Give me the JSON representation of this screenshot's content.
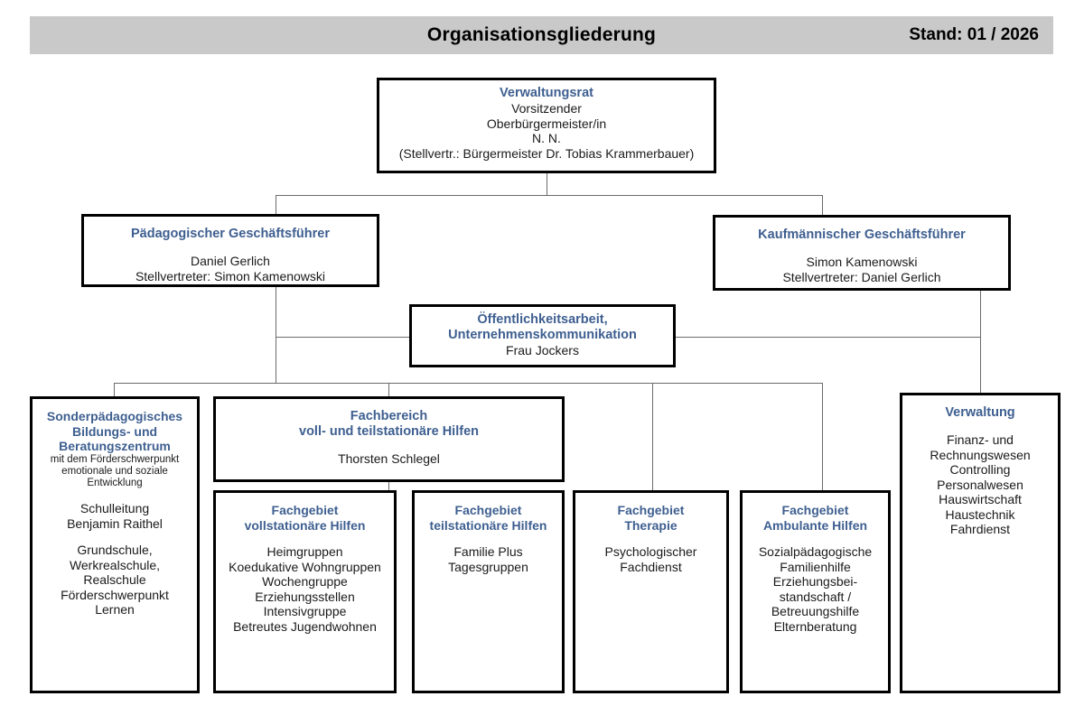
{
  "header": {
    "title": "Organisationsgliederung",
    "stand": "Stand: 01 / 2026"
  },
  "colors": {
    "header_text": "#3e5f90",
    "body_text": "#1a1a1a",
    "titlebar_bg": "#c9c9c9",
    "box_border": "#000000",
    "connector": "#6b6b6b"
  },
  "nodes": {
    "verwaltungsrat": {
      "title": "Verwaltungsrat",
      "line1": "Vorsitzender",
      "line2": "Oberbürgermeister/in",
      "line3": "N. N.",
      "line4": "(Stellvertr.: Bürgermeister Dr. Tobias Krammerbauer)"
    },
    "paed_gf": {
      "title": "Pädagogischer Geschäftsführer",
      "line1": "Daniel Gerlich",
      "line2": "Stellvertreter: Simon Kamenowski"
    },
    "kaufm_gf": {
      "title": "Kaufmännischer Geschäftsführer",
      "line1": "Simon Kamenowski",
      "line2": "Stellvertreter: Daniel Gerlich"
    },
    "oeffentlichkeit": {
      "title_line1": "Öffentlichkeitsarbeit,",
      "title_line2": "Unternehmenskommunikation",
      "line1": "Frau Jockers"
    },
    "sbbz": {
      "title_line1": "Sonderpädagogisches",
      "title_line2": "Bildungs- und",
      "title_line3": "Beratungszentrum",
      "sub_line1": "mit dem Förderschwerpunkt",
      "sub_line2": "emotionale und soziale",
      "sub_line3": "Entwicklung",
      "line1": "Schulleitung",
      "line2": "Benjamin Raithel",
      "line3": "Grundschule,",
      "line4": "Werkrealschule,",
      "line5": "Realschule",
      "line6": "Förderschwerpunkt",
      "line7": "Lernen"
    },
    "fachbereich": {
      "title_line1": "Fachbereich",
      "title_line2": "voll- und teilstationäre Hilfen",
      "line1": "Thorsten Schlegel"
    },
    "fg_voll": {
      "title_line1": "Fachgebiet",
      "title_line2": "vollstationäre Hilfen",
      "items": [
        "Heimgruppen",
        "Koedukative Wohngruppen",
        "Wochengruppe",
        "Erziehungsstellen",
        "Intensivgruppe",
        "Betreutes Jugendwohnen"
      ]
    },
    "fg_teil": {
      "title_line1": "Fachgebiet",
      "title_line2": "teilstationäre Hilfen",
      "items": [
        "Familie Plus",
        "Tagesgruppen"
      ]
    },
    "fg_therapie": {
      "title_line1": "Fachgebiet",
      "title_line2": "Therapie",
      "items": [
        "Psychologischer",
        "Fachdienst"
      ]
    },
    "fg_ambulant": {
      "title_line1": "Fachgebiet",
      "title_line2": "Ambulante Hilfen",
      "items": [
        "Sozialpädagogische",
        "Familienhilfe",
        "Erziehungsbei-",
        "standschaft /",
        "Betreuungshilfe",
        "Elternberatung"
      ]
    },
    "verwaltung": {
      "title": "Verwaltung",
      "items": [
        "Finanz- und",
        "Rechnungswesen",
        "Controlling",
        "Personalwesen",
        "Hauswirtschaft",
        "Haustechnik",
        "Fahrdienst"
      ]
    }
  }
}
